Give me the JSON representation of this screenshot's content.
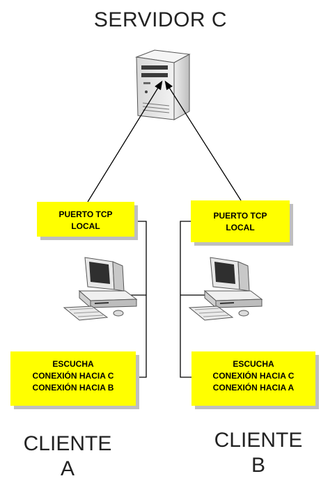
{
  "server": {
    "title": "SERVIDOR C",
    "icon": "server-tower-icon"
  },
  "client_a": {
    "label_line1": "CLIENTE",
    "label_line2": "A",
    "icon": "desktop-computer-icon",
    "port_box": {
      "line1": "PUERTO TCP",
      "line2": "LOCAL"
    },
    "connections_box": {
      "line1": "ESCUCHA",
      "line2": "CONEXIÓN HACIA C",
      "line3": "CONEXIÓN HACIA B"
    }
  },
  "client_b": {
    "label_line1": "CLIENTE",
    "label_line2": "B",
    "icon": "desktop-computer-icon",
    "port_box": {
      "line1": "PUERTO TCP",
      "line2": "LOCAL"
    },
    "connections_box": {
      "line1": "ESCUCHA",
      "line2": "CONEXIÓN HACIA C",
      "line3": "CONEXIÓN HACIA A"
    }
  },
  "colors": {
    "box_fill": "#ffff00",
    "box_shadow": "#bfbfbf",
    "line": "#000000"
  }
}
